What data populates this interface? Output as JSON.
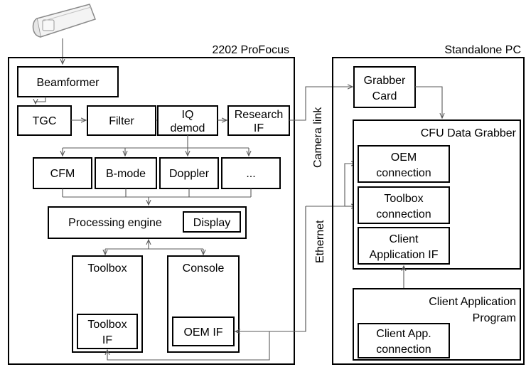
{
  "probe": {
    "icon": "ultrasound-probe-icon"
  },
  "profocus": {
    "title": "2202 ProFocus",
    "beamformer": "Beamformer",
    "tgc": "TGC",
    "filter": "Filter",
    "iq_line1": "IQ",
    "iq_line2": "demod",
    "research_line1": "Research",
    "research_line2": "IF",
    "cfm": "CFM",
    "bmode": "B-mode",
    "doppler": "Doppler",
    "more": "...",
    "processing_engine": "Processing engine",
    "display": "Display",
    "toolbox": "Toolbox",
    "toolbox_if_line1": "Toolbox",
    "toolbox_if_line2": "IF",
    "console": "Console",
    "oem_if": "OEM IF"
  },
  "links": {
    "camera_link": "Camera link",
    "ethernet": "Ethernet"
  },
  "pc": {
    "title": "Standalone PC",
    "grabber_line1": "Grabber",
    "grabber_line2": "Card",
    "cfu_title": "CFU Data Grabber",
    "oem_line1": "OEM",
    "oem_line2": "connection",
    "toolbox_line1": "Toolbox",
    "toolbox_line2": "connection",
    "client_if_line1": "Client",
    "client_if_line2": "Application IF",
    "client_prog_line1": "Client Application",
    "client_prog_line2": "Program",
    "client_conn_line1": "Client App.",
    "client_conn_line2": "connection"
  }
}
